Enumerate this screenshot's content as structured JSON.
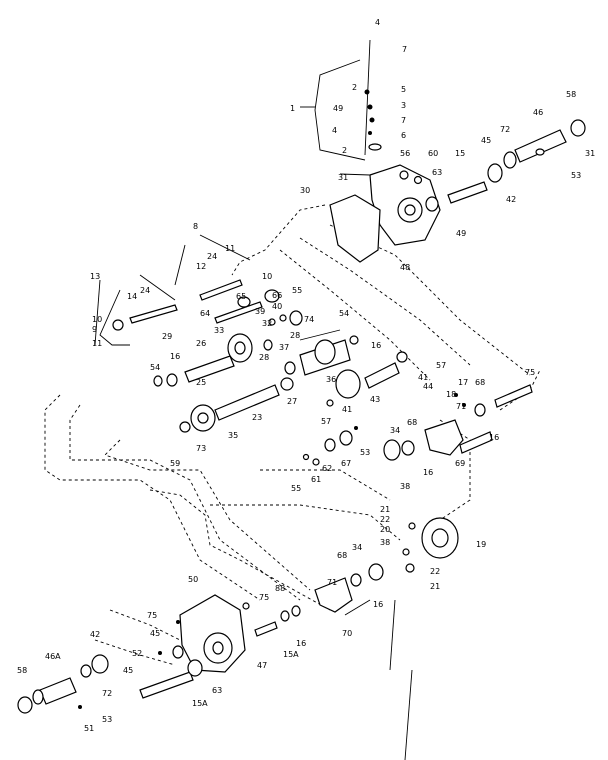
{
  "callouts": {
    "c4": "4",
    "c7": "7",
    "c1": "1",
    "c49a": "49",
    "c2a": "2",
    "c5": "5",
    "c3": "3",
    "c7b": "7",
    "c4b": "4",
    "c6": "6",
    "c2b": "2",
    "c31a": "31",
    "c56": "56",
    "c60": "60",
    "c63a": "63",
    "c15": "15",
    "c45a": "45",
    "c72a": "72",
    "c46": "46",
    "c58a": "58",
    "c31b": "31",
    "c53a": "53",
    "c42a": "42",
    "c30": "30",
    "c49b": "49",
    "c48": "48",
    "c8": "8",
    "c11": "11",
    "c24a": "24",
    "c12": "12",
    "c10a": "10",
    "c13": "13",
    "c14": "14",
    "c24b": "24",
    "c10b": "10",
    "c9": "9",
    "c11b": "11",
    "c29": "29",
    "c55a": "55",
    "c65": "65",
    "c66": "66",
    "c64": "64",
    "c40": "40",
    "c39": "39",
    "c74": "74",
    "c54a": "54",
    "c33": "33",
    "c32": "32",
    "c28a": "28",
    "c16a": "16",
    "c26": "26",
    "c37": "37",
    "c28b": "28",
    "c36": "36",
    "c54b": "54",
    "c16b": "16",
    "c25": "25",
    "c57a": "57",
    "c41a": "41",
    "c44": "44",
    "c27": "27",
    "c23": "23",
    "c43": "43",
    "c17": "17",
    "c18": "18",
    "c71a": "71",
    "c68a": "68",
    "c75a": "75",
    "c57b": "57",
    "c41b": "41",
    "c35": "35",
    "c73": "73",
    "c59": "59",
    "c16c": "16",
    "c34a": "34",
    "c68b": "68",
    "c53b": "53",
    "c62": "62",
    "c67": "67",
    "c55b": "55",
    "c61": "61",
    "c16d": "16",
    "c69": "69",
    "c38a": "38",
    "c21a": "21",
    "c22a": "22",
    "c20a": "20",
    "c19": "19",
    "c38b": "38",
    "c22b": "22",
    "c21b": "21",
    "c34b": "34",
    "c68c": "68",
    "c16e": "16",
    "c50": "50",
    "c88": "88",
    "c71b": "71",
    "c70": "70",
    "c75b": "75",
    "c75c": "75",
    "c16f": "16",
    "c15a1": "15A",
    "c47": "47",
    "c42b": "42",
    "c45b": "45",
    "c52": "52",
    "c46a": "46A",
    "c45c": "45",
    "c72b": "72",
    "c63b": "63",
    "c15a2": "15A",
    "c58b": "58",
    "c51": "51",
    "c53c": "53"
  }
}
